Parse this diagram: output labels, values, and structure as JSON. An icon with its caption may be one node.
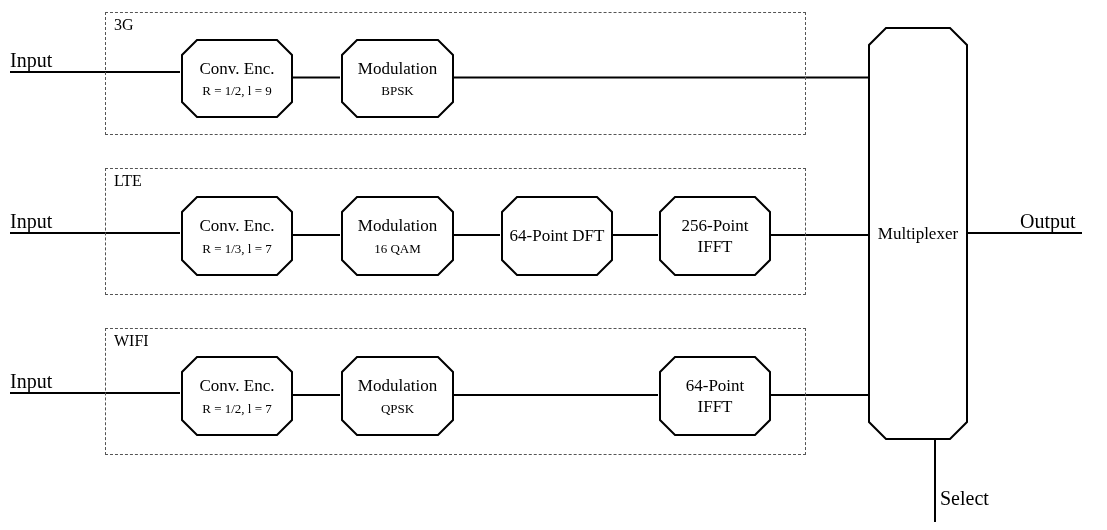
{
  "diagram": {
    "nodes": [
      {
        "text": [
          "3G"
        ]
      },
      {
        "text": [
          "Conv. Enc.",
          "R = 1/2, l = 9"
        ],
        "in": 0
      },
      {
        "text": [
          "Modulation",
          "BPSK"
        ],
        "in": 0
      },
      {
        "text": [
          "LTE"
        ]
      },
      {
        "text": [
          "Conv. Enc.",
          "R = 1/3, l = 7"
        ],
        "in": 3
      },
      {
        "text": [
          "Modulation",
          "16 QAM"
        ],
        "in": 3
      },
      {
        "text": [
          "64-Point DFT"
        ],
        "in": 3
      },
      {
        "text": [
          "256-Point IFFT"
        ],
        "in": 3
      },
      {
        "text": [
          "WIFI"
        ]
      },
      {
        "text": [
          "Conv. Enc.",
          "R = 1/2, l = 7"
        ],
        "in": 8
      },
      {
        "text": [
          "Modulation",
          "QPSK"
        ],
        "in": 8
      },
      {
        "text": [
          "64-Point IFFT"
        ],
        "in": 8
      },
      {
        "text": [
          "Multiplexer"
        ]
      },
      {
        "text": [
          "Input"
        ]
      },
      {
        "text": [
          "Input"
        ]
      },
      {
        "text": [
          "Output"
        ]
      },
      {
        "text": [
          "Input"
        ]
      },
      {
        "text": [
          "Select"
        ]
      }
    ],
    "edges": [
      {
        "from": 13,
        "to": 1,
        "arrow": "none"
      },
      {
        "from": 1,
        "to": 2,
        "arrow": "none"
      },
      {
        "from": 2,
        "to": 12,
        "arrow": "none"
      },
      {
        "from": 14,
        "to": 4,
        "arrow": "none"
      },
      {
        "from": 4,
        "to": 5,
        "arrow": "none"
      },
      {
        "from": 5,
        "to": 6,
        "arrow": "none"
      },
      {
        "from": 6,
        "to": 7,
        "arrow": "none"
      },
      {
        "from": 7,
        "to": 12,
        "arrow": "none"
      },
      {
        "from": 16,
        "to": 9,
        "arrow": "none"
      },
      {
        "from": 9,
        "to": 10,
        "arrow": "none"
      },
      {
        "from": 10,
        "to": 11,
        "arrow": "none"
      },
      {
        "from": 11,
        "to": 12,
        "arrow": "none"
      },
      {
        "from": 12,
        "to": 15,
        "arrow": "none"
      },
      {
        "from": 12,
        "to": 17,
        "arrow": "none"
      }
    ]
  }
}
